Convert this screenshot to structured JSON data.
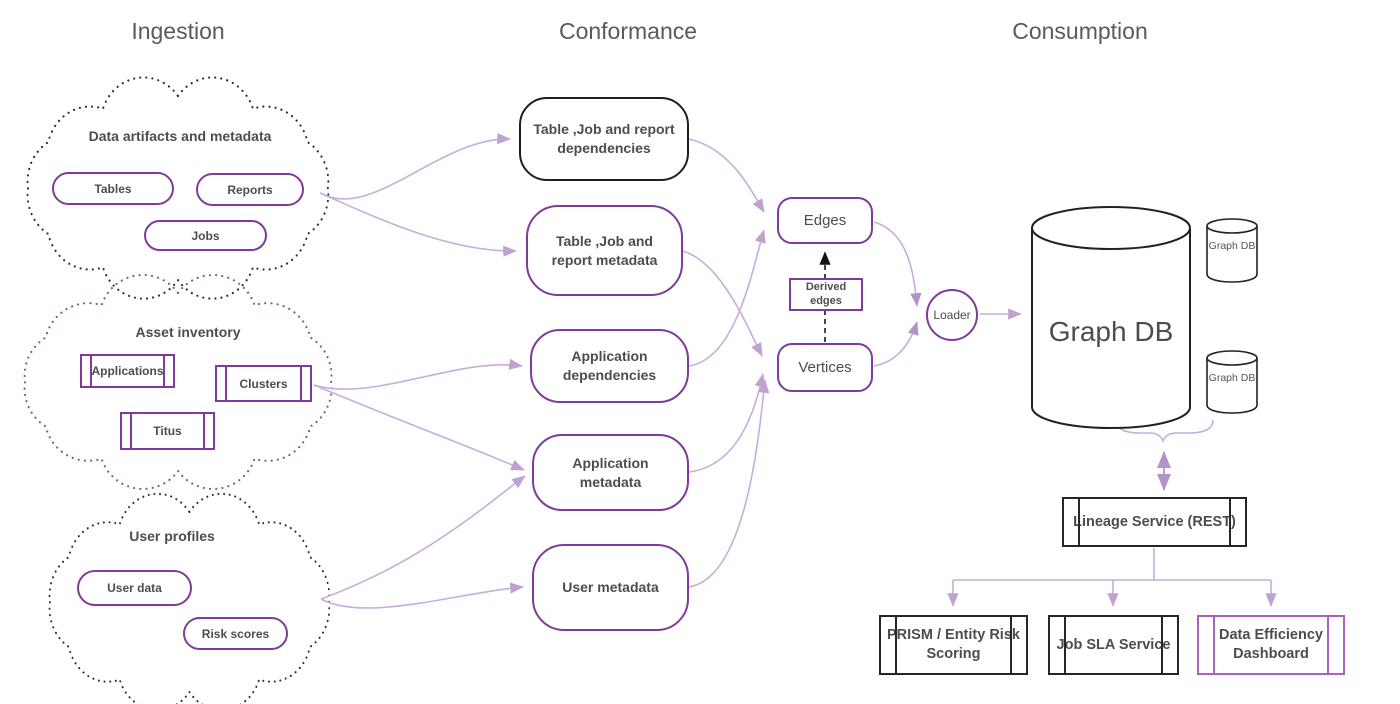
{
  "headers": {
    "ingestion": "Ingestion",
    "conformance": "Conformance",
    "consumption": "Consumption"
  },
  "ingestion": {
    "clouds": [
      {
        "title": "Data artifacts and metadata",
        "items": [
          "Tables",
          "Reports",
          "Jobs"
        ]
      },
      {
        "title": "Asset inventory",
        "items": [
          "Applications",
          "Clusters",
          "Titus"
        ]
      },
      {
        "title": "User profiles",
        "items": [
          "User data",
          "Risk scores"
        ]
      }
    ]
  },
  "conformance": {
    "nodes": [
      "Table ,Job and report dependencies",
      "Table ,Job and report metadata",
      "Application dependencies",
      "Application metadata",
      "User metadata"
    ],
    "edges": "Edges",
    "vertices": "Vertices",
    "derived_edges": "Derived edges"
  },
  "consumption": {
    "loader": "Loader",
    "graph_db": "Graph DB",
    "replicas": [
      "Graph DB",
      "Graph DB"
    ],
    "lineage_service": "Lineage Service (REST)",
    "services": [
      "PRISM / Entity Risk Scoring",
      "Job SLA Service",
      "Data Efficiency Dashboard"
    ]
  },
  "colors": {
    "node_purple": "#803a97",
    "connector_purple": "#c8acda",
    "outline_black": "#1f1f1f",
    "text_gray": "#4d4d4d",
    "header_gray": "#5a5a5a"
  }
}
